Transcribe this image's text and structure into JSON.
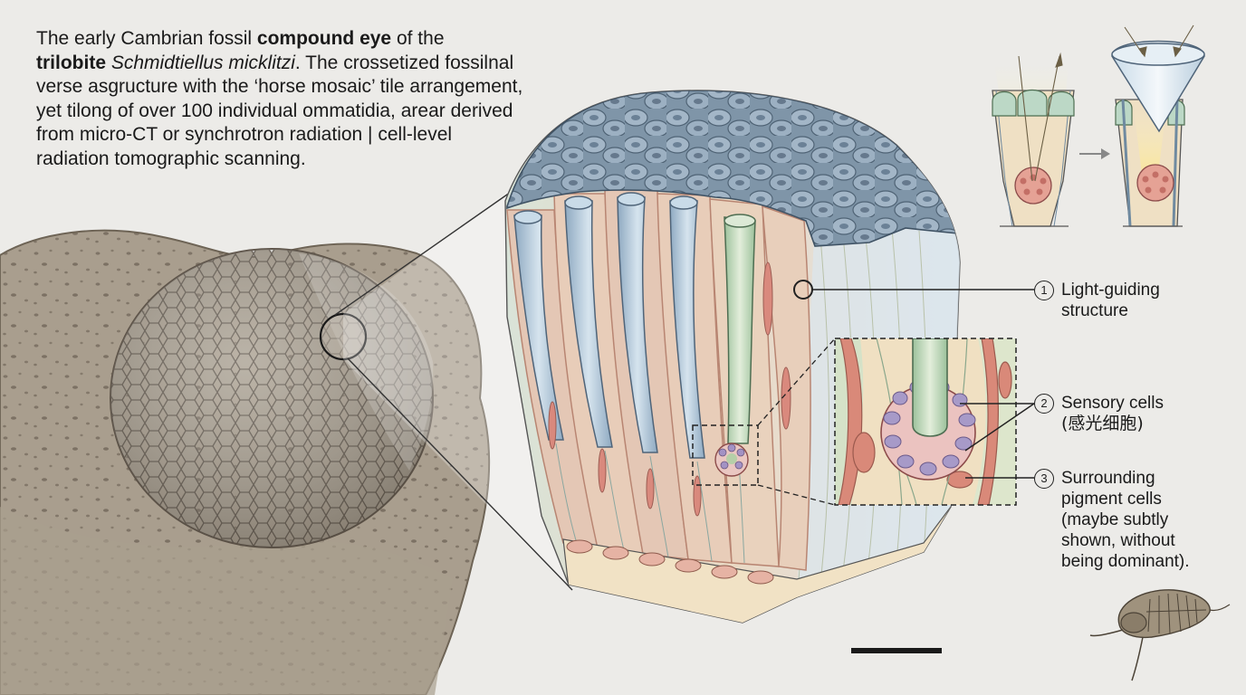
{
  "caption": {
    "p1": "The early Cambrian fossil ",
    "b1": "compound eye",
    "p2": " of the",
    "b2": "trilobite ",
    "i1": "Schmidtiellus micklitzi",
    "p3": ". The crossetized fossilnal verse asgructure with the ‘horse mosaic’ tile arrangement, yet tilong of over 100 individual ommatidia, arear derived from micro-CT or synchrotron radiation | cell-level  radiation tomographic scanning."
  },
  "callouts": [
    {
      "number": "1",
      "lines": [
        "Light-guiding",
        "structure"
      ]
    },
    {
      "number": "2",
      "lines": [
        "Sensory cells",
        "(感光细胞)"
      ]
    },
    {
      "number": "3",
      "lines": [
        "Surrounding",
        "pigment cells",
        "(maybe subtly",
        "shown, without",
        "being dominant)."
      ]
    }
  ],
  "colors": {
    "background": "#ecebe8",
    "fossil": "#a59a89",
    "lens_blue": "#8fa4b7",
    "light_tube": "#b9cfe0",
    "pigment_red": "#d98f80",
    "sensory_purple": "#9e93bd",
    "crystal_green": "#b4d1ae",
    "tissue_cream": "#efe2c7"
  },
  "icons": [
    "eye-lens-icon",
    "light-ray-icon",
    "arrow-right-icon",
    "trilobite-icon",
    "scale-bar"
  ]
}
